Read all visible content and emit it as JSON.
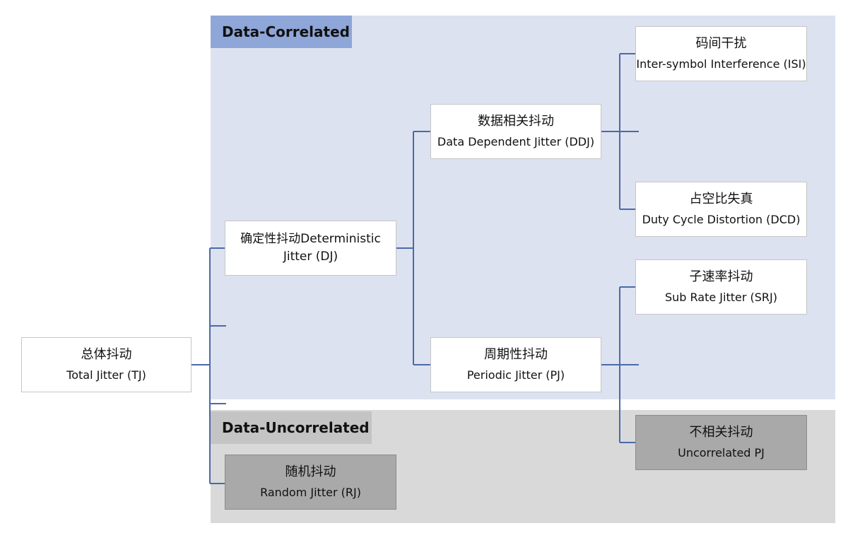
{
  "regions": {
    "correlated": "Data-Correlated",
    "uncorrelated": "Data-Uncorrelated"
  },
  "nodes": {
    "tj": {
      "zh": "总体抖动",
      "en": "Total Jitter (TJ)"
    },
    "dj": {
      "text": "确定性抖动Deterministic Jitter (DJ)"
    },
    "ddj": {
      "zh": "数据相关抖动",
      "en": "Data Dependent Jitter (DDJ)"
    },
    "isi": {
      "zh": "码间干扰",
      "en": "Inter-symbol Interference (ISI)"
    },
    "dcd": {
      "zh": "占空比失真",
      "en": "Duty Cycle Distortion (DCD)"
    },
    "pj": {
      "zh": "周期性抖动",
      "en": "Periodic Jitter (PJ)"
    },
    "srj": {
      "zh": "子速率抖动",
      "en": "Sub Rate Jitter (SRJ)"
    },
    "upj": {
      "zh": "不相关抖动",
      "en": "Uncorrelated PJ"
    },
    "rj": {
      "zh": "随机抖动",
      "en": "Random Jitter (RJ)"
    }
  },
  "colors": {
    "correlated_bg": "#dce2f0",
    "correlated_label": "#8ea6d8",
    "uncorrelated_bg": "#d9d9d9",
    "uncorrelated_label": "#c4c4c4",
    "connector": "#4a6aa8",
    "gray_node": "#a9a9a9"
  }
}
